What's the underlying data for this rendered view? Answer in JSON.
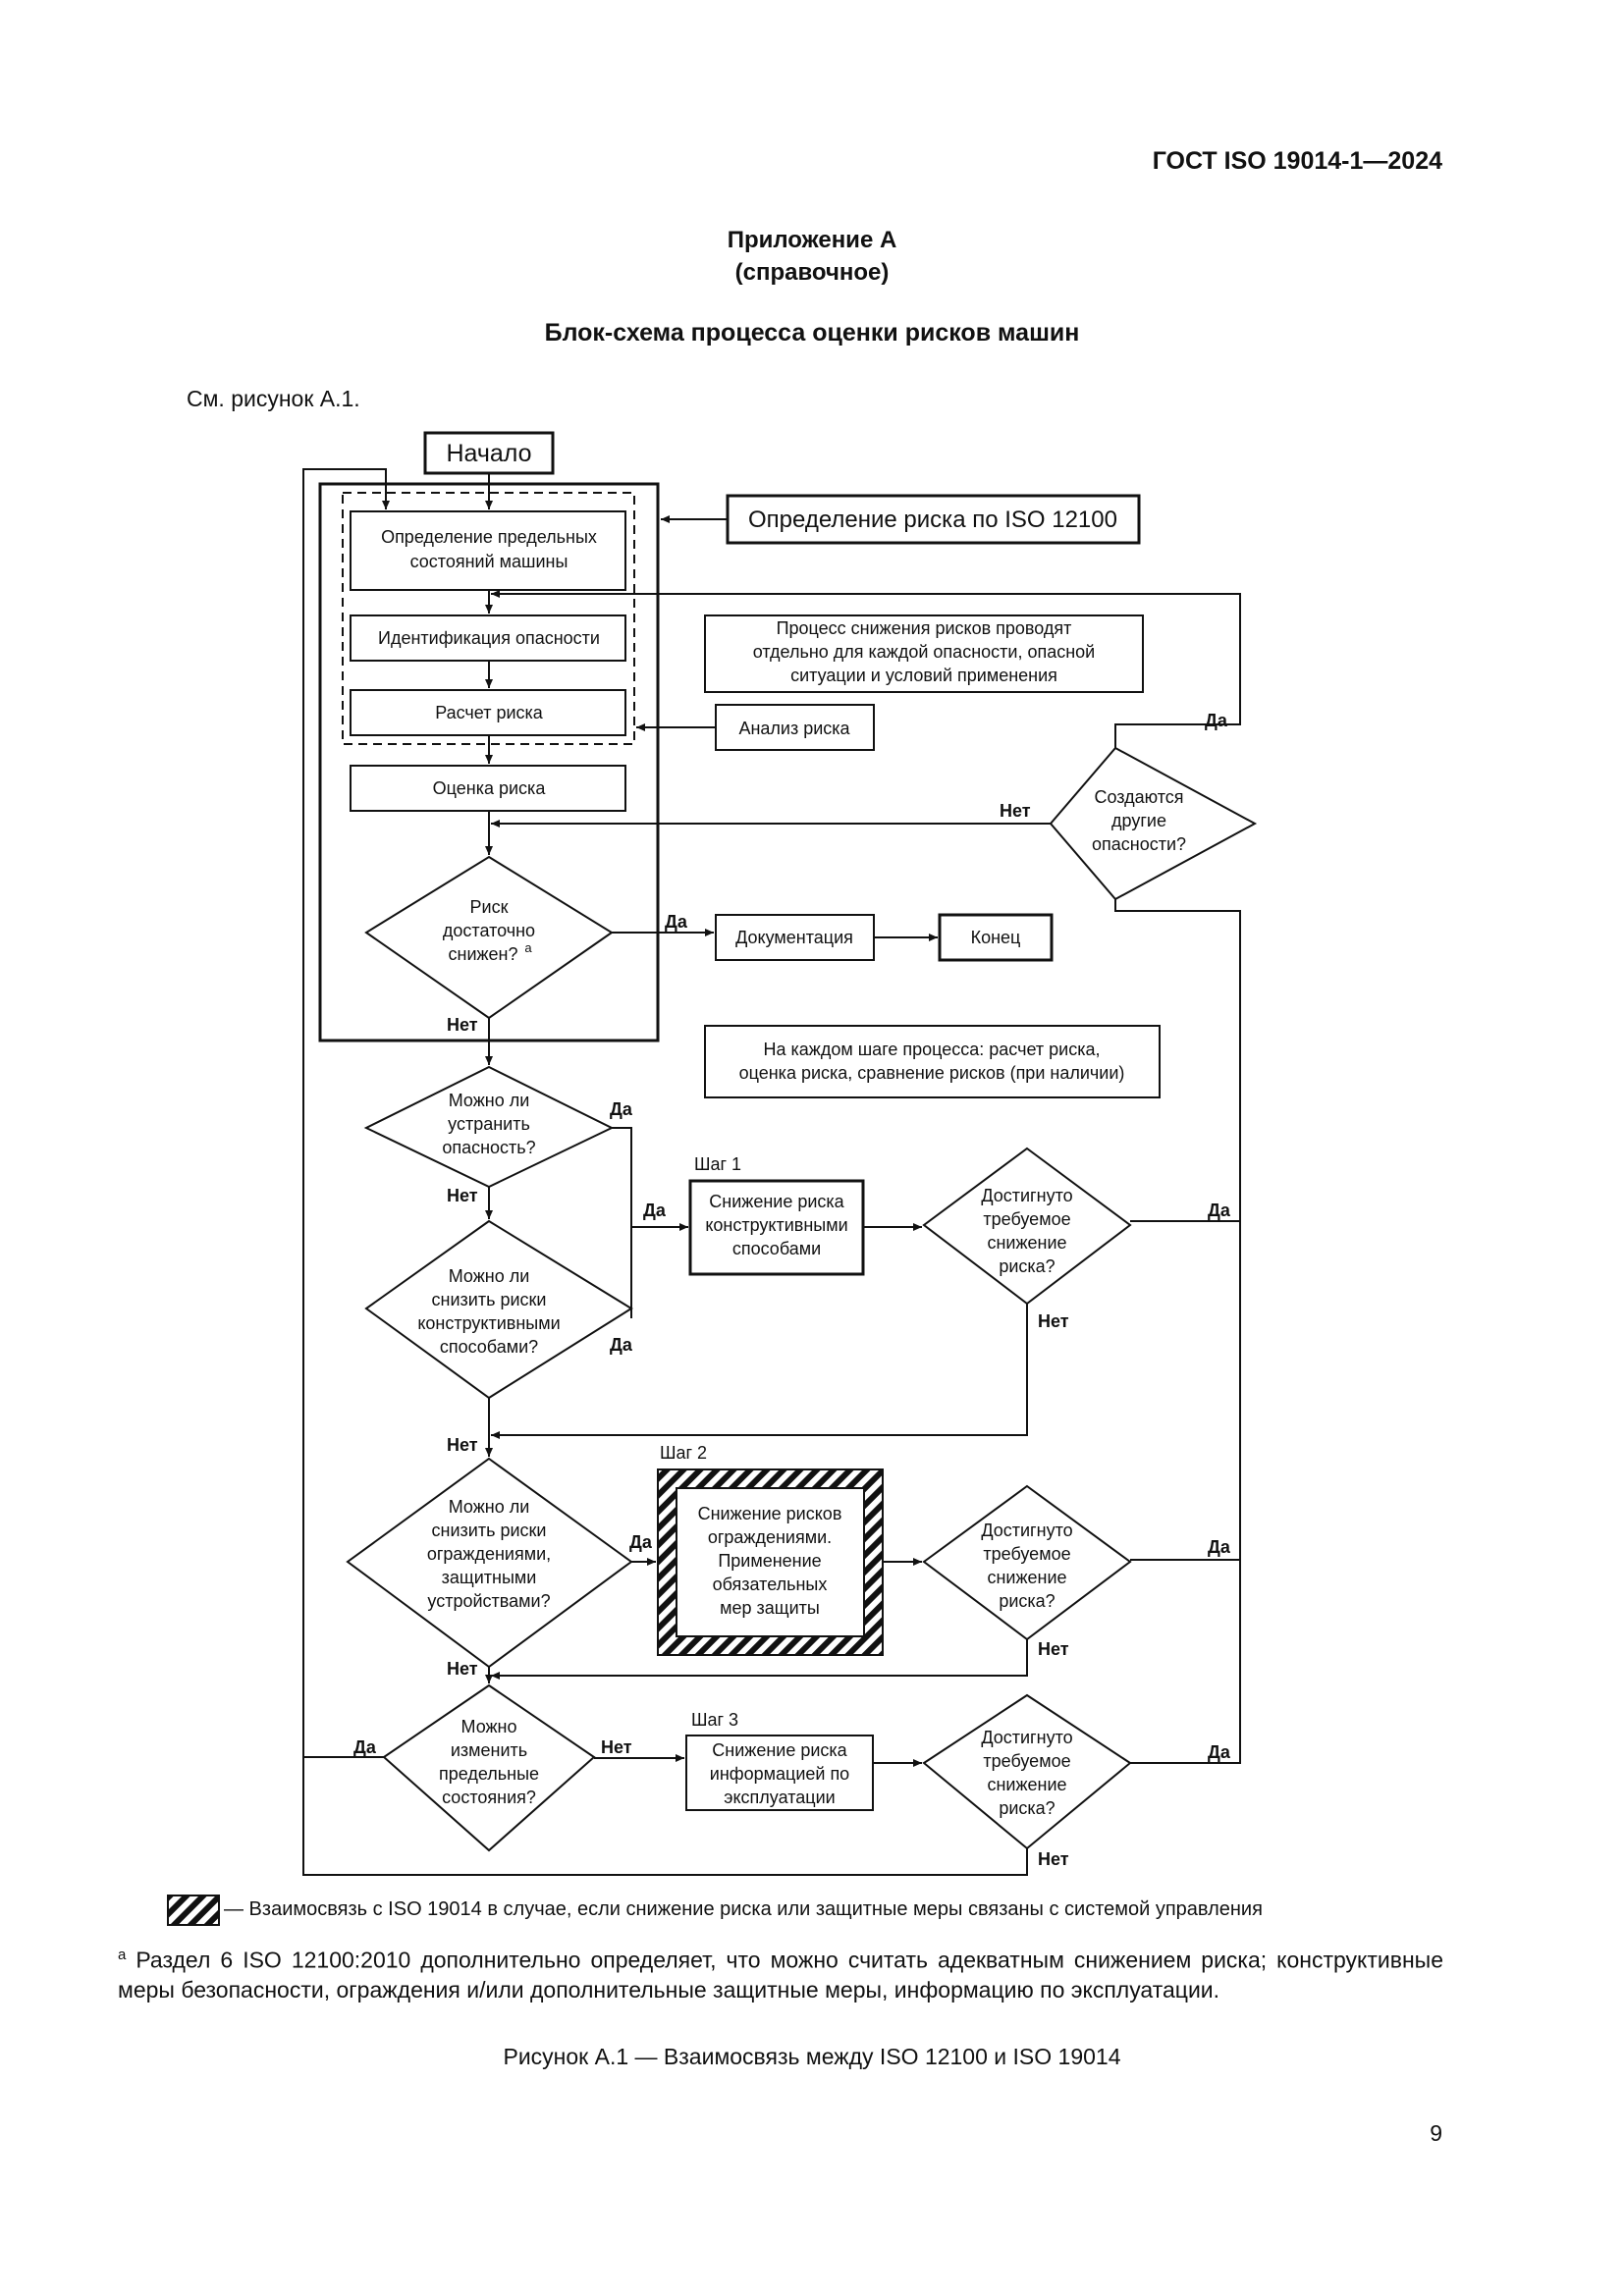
{
  "header": {
    "doc_id": "ГОСТ ISO 19014-1—2024",
    "annex_title": "Приложение А",
    "annex_type": "(справочное)",
    "figure_heading": "Блок-схема процесса оценки рисков машин",
    "see_ref": "См. рисунок А.1."
  },
  "diagram": {
    "start": "Начало",
    "limits_l1": "Определение предельных",
    "limits_l2": "состояний машины",
    "hazard_id": "Идентификация опасности",
    "risk_calc": "Расчет риска",
    "risk_eval": "Оценка риска",
    "def_iso": "Определение риска по ISO 12100",
    "note1_l1": "Процесс снижения рисков проводят",
    "note1_l2": "отдельно для каждой опасности, опасной",
    "note1_l3": "ситуации и условий применения",
    "risk_analysis": "Анализ риска",
    "d_other_l1": "Создаются",
    "d_other_l2": "другие",
    "d_other_l3": "опасности?",
    "d_reduced_l1": "Риск",
    "d_reduced_l2": "достаточно",
    "d_reduced_l3": "снижен?",
    "d_reduced_sup": "a",
    "documentation": "Документация",
    "end": "Конец",
    "note2_l1": "На каждом шаге процесса: расчет риска,",
    "note2_l2": "оценка риска, сравнение рисков (при наличии)",
    "d_elim_l1": "Можно ли",
    "d_elim_l2": "устранить",
    "d_elim_l3": "опасность?",
    "step1": "Шаг 1",
    "s1_l1": "Снижение риска",
    "s1_l2": "конструктивными",
    "s1_l3": "способами",
    "d_design_l1": "Можно ли",
    "d_design_l2": "снизить риски",
    "d_design_l3": "конструктивными",
    "d_design_l4": "способами?",
    "achieved_l1": "Достигнуто",
    "achieved_l2": "требуемое",
    "achieved_l3": "снижение",
    "achieved_l4": "риска?",
    "step2": "Шаг 2",
    "s2_l1": "Снижение рисков",
    "s2_l2": "ограждениями.",
    "s2_l3": "Применение",
    "s2_l4": "обязательных",
    "s2_l5": "мер защиты",
    "d_guard_l1": "Можно ли",
    "d_guard_l2": "снизить риски",
    "d_guard_l3": "ограждениями,",
    "d_guard_l4": "защитными",
    "d_guard_l5": "устройствами?",
    "step3": "Шаг 3",
    "s3_l1": "Снижение риска",
    "s3_l2": "информацией по",
    "s3_l3": "эксплуатации",
    "d_limits_l1": "Можно",
    "d_limits_l2": "изменить",
    "d_limits_l3": "предельные",
    "d_limits_l4": "состояния?",
    "yes": "Да",
    "no": "Нет"
  },
  "legend": {
    "text": "— Взаимосвязь с ISO 19014 в случае, если снижение риска или защитные меры связаны с системой управления"
  },
  "footnote": {
    "marker": "a",
    "text": "Раздел 6 ISO 12100:2010 дополнительно определяет, что можно считать адекватным снижением риска; конструктивные меры безопасности, ограждения и/или дополнительные защитные меры, информацию по эксплуатации."
  },
  "caption": "Рисунок А.1 — Взаимосвязь между ISO 12100 и ISO 19014",
  "page_number": "9"
}
